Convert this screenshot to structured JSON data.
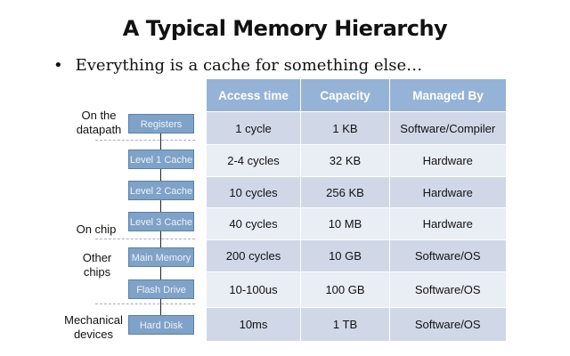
{
  "title": "A Typical Memory Hierarchy",
  "bullet": "Everything is a cache for something else…",
  "levels": [
    "Registers",
    "Level 1 Cache",
    "Level 2 Cache",
    "Level 3 Cache",
    "Main Memory",
    "Flash Drive",
    "Hard Disk"
  ],
  "groups": {
    "datapath": "On the datapath",
    "chip": "On chip",
    "other": "Other chips",
    "mech": "Mechanical devices"
  },
  "table": {
    "headers": [
      "Access time",
      "Capacity",
      "Managed By"
    ],
    "rows": [
      [
        "1 cycle",
        "1 KB",
        "Software/Compiler"
      ],
      [
        "2-4 cycles",
        "32 KB",
        "Hardware"
      ],
      [
        "10 cycles",
        "256 KB",
        "Hardware"
      ],
      [
        "40 cycles",
        "10 MB",
        "Hardware"
      ],
      [
        "200 cycles",
        "10 GB",
        "Software/OS"
      ],
      [
        "10-100us",
        "100 GB",
        "Software/OS"
      ],
      [
        "10ms",
        "1 TB",
        "Software/OS"
      ]
    ]
  }
}
